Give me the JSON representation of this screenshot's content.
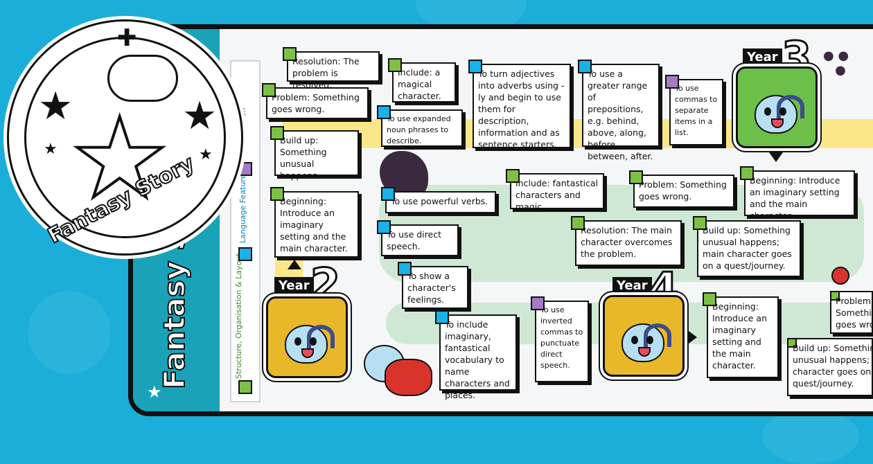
{
  "sidebar": {
    "title": "Fantasy Story"
  },
  "badge": {
    "title": "Fantasy Story"
  },
  "key": {
    "items": [
      {
        "label": "Structure, Organisation & Layout",
        "color": "#7cc144"
      },
      {
        "label": "Language Features",
        "color": "#1ab0e8"
      },
      {
        "label": "Punctuation",
        "color": "#a67ac4"
      }
    ]
  },
  "years": [
    {
      "label": "Year",
      "number": "2"
    },
    {
      "label": "Year",
      "number": "3"
    },
    {
      "label": "Year",
      "number": "4"
    }
  ],
  "cards": {
    "c1": "Resolution: The problem is resolved.",
    "c2": "Problem: Something goes wrong.",
    "c3": "Build up: Something unusual happens.",
    "c4": "Beginning: Introduce an imaginary setting and the main character.",
    "c5": "Include: a magical character.",
    "c6": "To use expanded noun phrases to describe.",
    "c7": "To turn adjectives into adverbs using -ly and begin to use them for description, information and as sentence starters.",
    "c8": "To use a greater range of prepositions, e.g. behind, above, along, before, between, after.",
    "c9": "To use commas to separate items in a list.",
    "c10": "Beginning: Introduce an imaginary setting and the main character.",
    "c11": "Include: fantastical characters and magic.",
    "c12": "Problem: Something goes wrong.",
    "c13": "To use powerful verbs.",
    "c14": "To use direct speech.",
    "c15": "Resolution: The main character overcomes the problem.",
    "c16": "Build up: Something unusual happens; main character goes on a quest/journey.",
    "c17": "To show a character's feelings.",
    "c18": "To include imaginary, fantastical vocabulary to name characters and places.",
    "c19": "To use inverted commas to punctuate direct speech.",
    "c20": "Beginning: Introduce an imaginary setting and the main character.",
    "c21": "Problem: Something goes wrong.",
    "c22": "Build up: Something unusual happens; main character goes on a quest/journey."
  }
}
